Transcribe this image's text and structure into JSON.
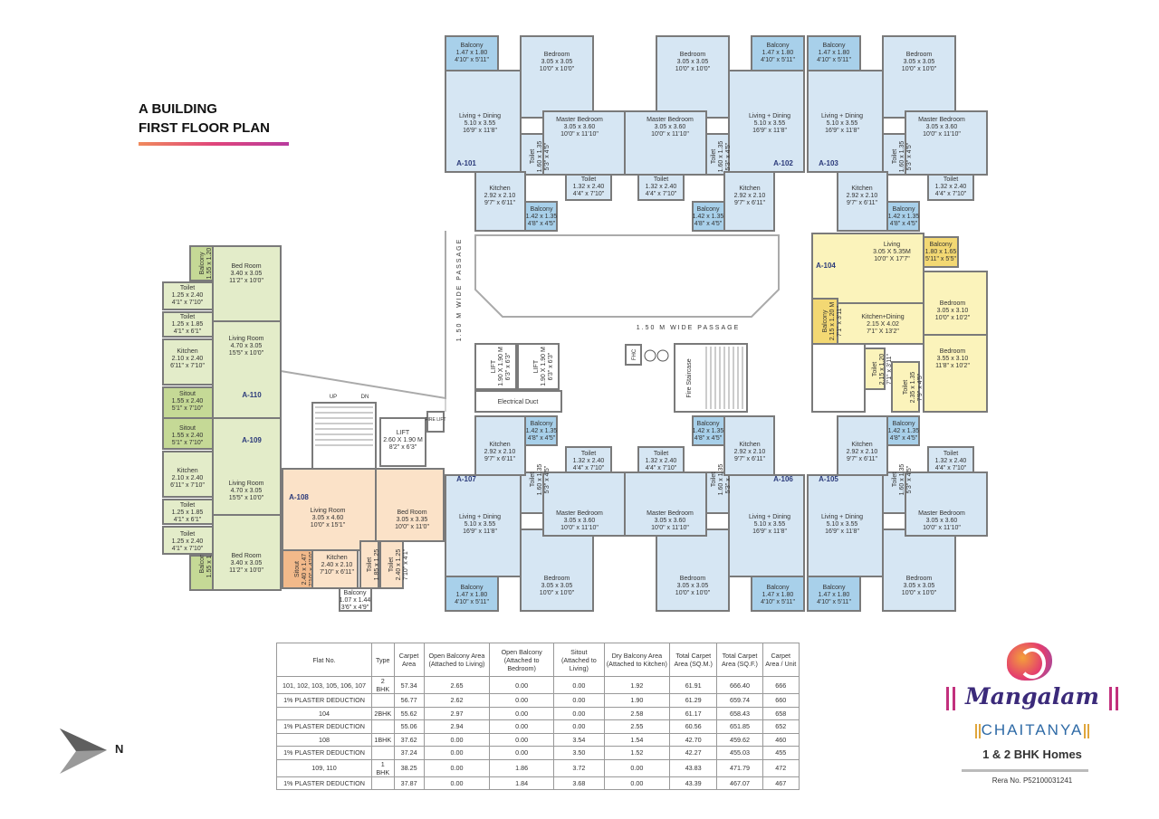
{
  "title": {
    "line1": "A BUILDING",
    "line2": "FIRST FLOOR PLAN"
  },
  "colors": {
    "unit_2bhk": "#d6e6f3",
    "balcony_2bhk": "#a8d0ea",
    "unit_104": "#fbf3bb",
    "balcony_104": "#f3d873",
    "unit_1bhk_green": "#e3ecc9",
    "sitout_green": "#c5d996",
    "unit_108": "#fbe2c8",
    "sitout_108": "#f2b98a",
    "wall": "#7a7a7a"
  },
  "room_types_2bhk": {
    "balcony_living": {
      "name": "Balcony",
      "metric": "1.47 x 1.80",
      "imperial": "4'10\" x 5'11\""
    },
    "living_dining": {
      "name": "Living + Dining",
      "metric": "5.10 x 3.55",
      "imperial": "16'9\" x 11'8\""
    },
    "bedroom": {
      "name": "Bedroom",
      "metric": "3.05 x 3.05",
      "imperial": "10'0\" x 10'0\""
    },
    "master_bedroom": {
      "name": "Master Bedroom",
      "metric": "3.05 x 3.60",
      "imperial": "10'0\" x 11'10\""
    },
    "toilet_attached": {
      "name": "Toilet",
      "metric": "1.60 x 1.35",
      "imperial": "5'3\" x 4'5\""
    },
    "toilet_common": {
      "name": "Toilet",
      "metric": "1.32 x 2.40",
      "imperial": "4'4\" x 7'10\""
    },
    "kitchen": {
      "name": "Kitchen",
      "metric": "2.92 x 2.10",
      "imperial": "9'7\" x 6'11\""
    },
    "balcony_kitchen": {
      "name": "Balcony",
      "metric": "1.42 x 1.35",
      "imperial": "4'8\" x 4'5\""
    }
  },
  "units_2bhk": [
    {
      "id": "A-101"
    },
    {
      "id": "A-102"
    },
    {
      "id": "A-103"
    },
    {
      "id": "A-107"
    },
    {
      "id": "A-106"
    },
    {
      "id": "A-105"
    }
  ],
  "unit_104": {
    "id": "A-104",
    "rooms": [
      {
        "name": "Living",
        "metric": "3.05 X 5.35M",
        "imperial": "10'0\" X 17'7\""
      },
      {
        "name": "Balcony",
        "metric": "1.80 x 1.65",
        "imperial": "5'11\" x 5'5\""
      },
      {
        "name": "Bedroom",
        "metric": "3.05 x 3.10",
        "imperial": "10'0\" x 10'2\""
      },
      {
        "name": "Kitchen+Dining",
        "metric": "2.15 X 4.02",
        "imperial": "7'1\" X 13'2\""
      },
      {
        "name": "Balcony",
        "metric": "2.15 x 1.20 M",
        "imperial": "7'1\" x 3'11\""
      },
      {
        "name": "Bedroom",
        "metric": "3.55 x 3.10",
        "imperial": "11'8\" x 10'2\""
      },
      {
        "name": "Toilet",
        "metric": "2.15 x 1.20",
        "imperial": "7'1\" x 3'11\""
      },
      {
        "name": "Toilet",
        "metric": "2.35 x 1.35",
        "imperial": "7'9\" x 4'5\""
      }
    ]
  },
  "units_green": [
    {
      "id": "A-110",
      "rooms": [
        {
          "name": "Balcony",
          "metric": "1.55 x 1.20",
          "imperial": "5'1\" x 3'11\""
        },
        {
          "name": "Toilet",
          "metric": "1.25 x 2.40",
          "imperial": "4'1\" x 7'10\""
        },
        {
          "name": "Toilet",
          "metric": "1.25 x 1.85",
          "imperial": "4'1\" x 6'1\""
        },
        {
          "name": "Kitchen",
          "metric": "2.10 x 2.40",
          "imperial": "6'11\" x 7'10\""
        },
        {
          "name": "Sitout",
          "metric": "1.55 x 2.40",
          "imperial": "5'1\" x 7'10\""
        },
        {
          "name": "Bed Room",
          "metric": "3.40 x 3.05",
          "imperial": "11'2\" x 10'0\""
        },
        {
          "name": "Living Room",
          "metric": "4.70 x 3.05",
          "imperial": "15'5\" x 10'0\""
        }
      ]
    },
    {
      "id": "A-109",
      "rooms": [
        {
          "name": "Balcony",
          "metric": "1.55 x 1.20",
          "imperial": "5'1\" x 3'11\""
        },
        {
          "name": "Toilet",
          "metric": "1.25 x 2.40",
          "imperial": "4'1\" x 7'10\""
        },
        {
          "name": "Toilet",
          "metric": "1.25 x 1.85",
          "imperial": "4'1\" x 6'1\""
        },
        {
          "name": "Kitchen",
          "metric": "2.10 x 2.40",
          "imperial": "6'11\" x 7'10\""
        },
        {
          "name": "Sitout",
          "metric": "1.55 x 2.40",
          "imperial": "5'1\" x 7'10\""
        },
        {
          "name": "Bed Room",
          "metric": "3.40 x 3.05",
          "imperial": "11'2\" x 10'0\""
        },
        {
          "name": "Living Room",
          "metric": "4.70 x 3.05",
          "imperial": "15'5\" x 10'0\""
        }
      ]
    }
  ],
  "unit_108": {
    "id": "A-108",
    "rooms": [
      {
        "name": "Living Room",
        "metric": "3.05 x 4.60",
        "imperial": "10'0\" x 15'1\""
      },
      {
        "name": "Bed Room",
        "metric": "3.05 x 3.35",
        "imperial": "10'0\" x 11'0\""
      },
      {
        "name": "Sitout",
        "metric": "2.40 x 1.47",
        "imperial": "7'10\" x 4'10\""
      },
      {
        "name": "Kitchen",
        "metric": "2.40 x 2.10",
        "imperial": "7'10\" x 6'11\""
      },
      {
        "name": "Toilet",
        "metric": "1.85 x 1.25",
        "imperial": "6'1\" x 4'1\""
      },
      {
        "name": "Toilet",
        "metric": "2.40 x 1.25",
        "imperial": "7'10\" x 4'1\""
      },
      {
        "name": "Balcony",
        "metric": "1.07 x 1.44",
        "imperial": "3'6\" x 4'9\""
      }
    ]
  },
  "core": {
    "lift_small": {
      "name": "LIFT",
      "metric": "2.60 X 1.90 M",
      "imperial": "8'2\" x 6'3\""
    },
    "fire_lift": "FIRE LIFT",
    "lifts": [
      {
        "name": "LIFT",
        "metric": "1.90 X 1.90 M",
        "imperial": "6'3\" x 6'3\""
      },
      {
        "name": "LIFT",
        "metric": "1.90 X 1.90 M",
        "imperial": "6'3\" x 6'3\""
      }
    ],
    "electrical_duct": "Electrical Duct",
    "fhc": "FHC",
    "fire_staircase": "Fire Staircase",
    "stair_up": "UP",
    "stair_down": "DN",
    "passage_horizontal": "1.50 M WIDE PASSAGE",
    "passage_vertical": "1.50 M WIDE PASSAGE"
  },
  "table": {
    "headers": [
      "Flat No.",
      "Type",
      "Carpet Area",
      "Open Balcony Area (Attached to Living)",
      "Open Balcony (Attached to Bedroom)",
      "Sitout (Attached to Living)",
      "Dry Balcony Area (Attached to Kitchen)",
      "Total Carpet Area (SQ.M.)",
      "Total Carpet Area (SQ.F.)",
      "Carpet Area / Unit"
    ],
    "rows": [
      [
        "101, 102, 103, 105, 106, 107",
        "2 BHK",
        "57.34",
        "2.65",
        "0.00",
        "0.00",
        "1.92",
        "61.91",
        "666.40",
        "666"
      ],
      [
        "1% PLASTER DEDUCTION",
        "",
        "56.77",
        "2.62",
        "0.00",
        "0.00",
        "1.90",
        "61.29",
        "659.74",
        "660"
      ],
      [
        "104",
        "2BHK",
        "55.62",
        "2.97",
        "0.00",
        "0.00",
        "2.58",
        "61.17",
        "658.43",
        "658"
      ],
      [
        "1% PLASTER DEDUCTION",
        "",
        "55.06",
        "2.94",
        "0.00",
        "0.00",
        "2.55",
        "60.56",
        "651.85",
        "652"
      ],
      [
        "108",
        "1BHK",
        "37.62",
        "0.00",
        "0.00",
        "3.54",
        "1.54",
        "42.70",
        "459.62",
        "460"
      ],
      [
        "1% PLASTER DEDUCTION",
        "",
        "37.24",
        "0.00",
        "0.00",
        "3.50",
        "1.52",
        "42.27",
        "455.03",
        "455"
      ],
      [
        "109, 110",
        "1 BHK",
        "38.25",
        "0.00",
        "1.86",
        "3.72",
        "0.00",
        "43.83",
        "471.79",
        "472"
      ],
      [
        "1% PLASTER DEDUCTION",
        "",
        "37.87",
        "0.00",
        "1.84",
        "3.68",
        "0.00",
        "43.39",
        "467.07",
        "467"
      ]
    ]
  },
  "logo": {
    "brand": "Mangalam",
    "project": "CHAITANYA",
    "tagline": "1 & 2 BHK Homes",
    "rera": "Rera No. P52100031241"
  },
  "north": {
    "label": "N",
    "icon": "north-arrow-icon"
  }
}
